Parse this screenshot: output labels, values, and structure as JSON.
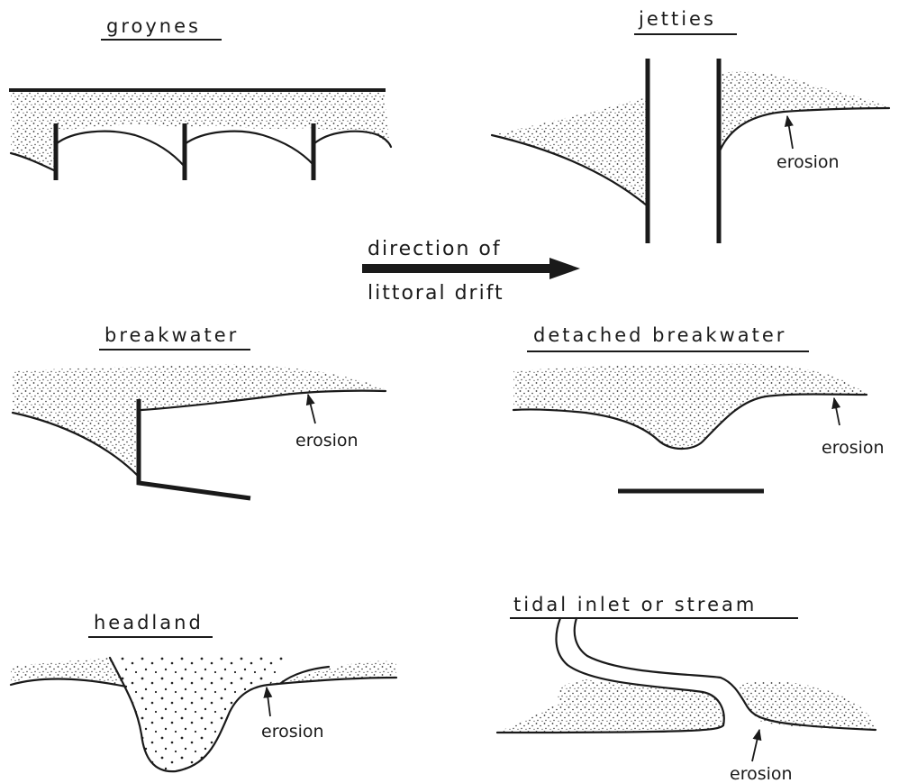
{
  "panels": {
    "groynes": {
      "title": "groynes"
    },
    "jetties": {
      "title": "jetties",
      "erosion": "erosion"
    },
    "breakwater": {
      "title": "breakwater",
      "erosion": "erosion"
    },
    "detached": {
      "title": "detached breakwater",
      "erosion": "erosion"
    },
    "headland": {
      "title": "headland",
      "erosion": "erosion"
    },
    "inlet": {
      "title": "tidal inlet or stream",
      "erosion": "erosion"
    }
  },
  "drift": {
    "line1": "direction of",
    "line2": "littoral drift"
  },
  "colors": {
    "ink": "#1a1a1a",
    "paper": "#ffffff"
  }
}
